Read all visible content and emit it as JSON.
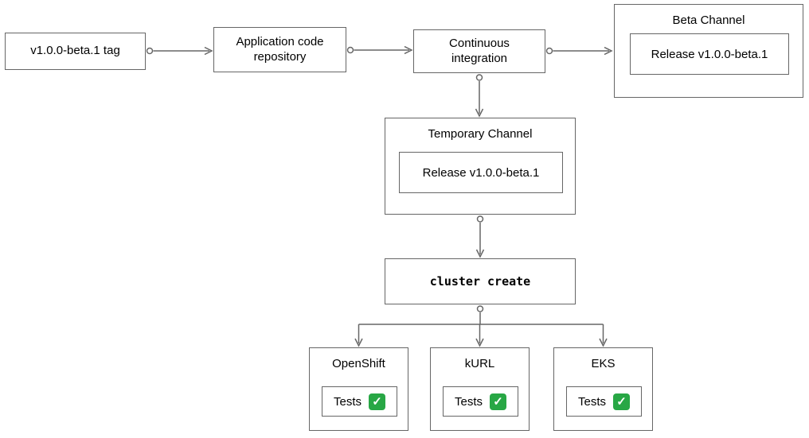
{
  "nodes": {
    "tag": {
      "label": "v1.0.0-beta.1 tag"
    },
    "repo": {
      "label": "Application code repository"
    },
    "ci": {
      "label": "Continuous integration"
    },
    "beta_channel": {
      "title": "Beta Channel",
      "release_label": "Release v1.0.0-beta.1"
    },
    "temporary_channel": {
      "title": "Temporary Channel",
      "release_label": "Release v1.0.0-beta.1"
    },
    "cluster_create": {
      "label": "cluster create"
    },
    "clusters": [
      {
        "title": "OpenShift",
        "tests_label": "Tests"
      },
      {
        "title": "kURL",
        "tests_label": "Tests"
      },
      {
        "title": "EKS",
        "tests_label": "Tests"
      }
    ]
  },
  "icons": {
    "check": "✓"
  },
  "colors": {
    "box_border": "#666666",
    "text": "#000000",
    "check_background": "#28a745",
    "check_mark": "#ffffff",
    "background": "#ffffff"
  }
}
